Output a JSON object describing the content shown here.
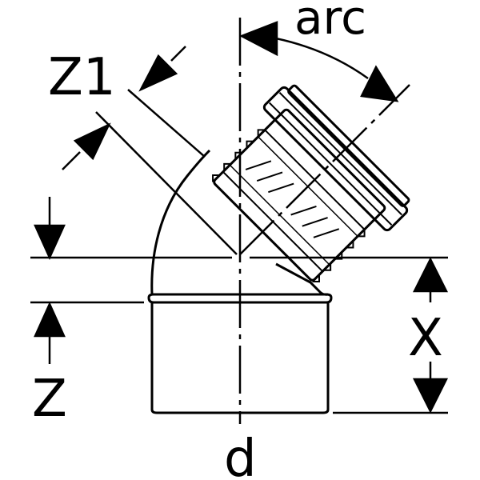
{
  "labels": {
    "arc": "arc",
    "z1": "Z1",
    "z": "Z",
    "x": "X",
    "d": "d"
  },
  "colors": {
    "line": "#000000",
    "background": "#ffffff"
  }
}
